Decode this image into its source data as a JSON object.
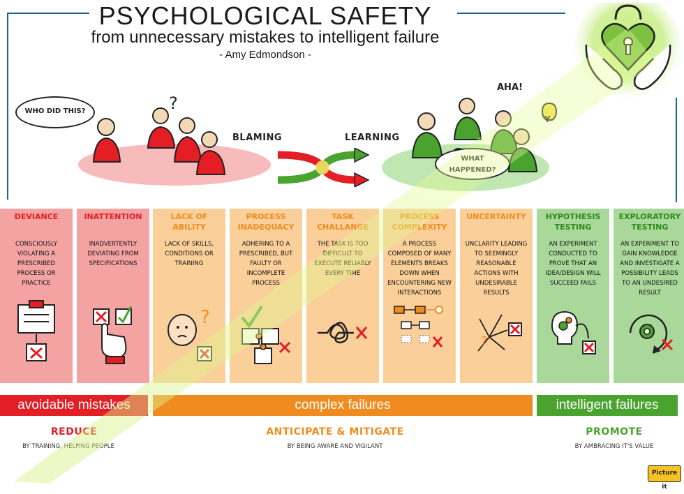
{
  "header": {
    "title": "PSYCHOLOGICAL SAFETY",
    "subtitle": "from unnecessary mistakes to intelligent failure",
    "author": "- Amy Edmondson -"
  },
  "scene": {
    "blame_bubble": "WHO DID THIS?",
    "question_mark": "?",
    "blaming_label": "BLAMING",
    "learning_label": "LEARNING",
    "learn_bubble_1": "WHAT",
    "learn_bubble_2": "HAPPENED?",
    "aha": "AHA!",
    "bulb_mark": "Y"
  },
  "columns": [
    {
      "title": "DEVIANCE",
      "desc": "CONSCIOUSLY VIOLATING A PRESCRIBED PROCESS OR PRACTICE",
      "icon": "clipboard-cross-icon"
    },
    {
      "title": "INATTENTION",
      "desc": "INADVERTENTLY DEVIATING FROM SPECIFICATIONS",
      "icon": "pointing-hand-checkbox-icon"
    },
    {
      "title": "LACK OF ABILITY",
      "desc": "LACK OF SKILLS, CONDITIONS OR TRAINING",
      "icon": "confused-face-icon"
    },
    {
      "title": "PROCESS INADEQUACY",
      "desc": "ADHERING TO A PRESCRIBED, BUT FAULTY OR INCOMPLETE PROCESS",
      "icon": "puzzle-pieces-icon"
    },
    {
      "title": "TASK CHALLANGE",
      "desc": "THE TASK IS TOO DIFFICULT TO EXECUTE RELIABLY EVERY TIME",
      "icon": "tangled-line-icon"
    },
    {
      "title": "PROCESS COMPLEXITY",
      "desc": "A PROCESS COMPOSED OF MANY ELEMENTS BREAKS DOWN WHEN ENCOUNTERING NEW INTERACTIONS",
      "icon": "flowchart-icon"
    },
    {
      "title": "UNCERTAINTY",
      "desc": "UNCLARITY LEADING TO SEEMINGLY REASONABLE ACTIONS WITH UNDESIRABLE RESULTS",
      "icon": "scattered-arrows-icon"
    },
    {
      "title": "HYPOTHESIS TESTING",
      "desc": "AN EXPERIMENT CONDUCTED TO PROVE THAT AN IDEA/DESIGN WILL SUCCEED FAILS",
      "icon": "lightbulb-gears-icon"
    },
    {
      "title": "EXPLORATORY TESTING",
      "desc": "AN EXPERIMENT TO GAIN KNOWLEDGE AND INVESTIGATE A POSSIBILITY LEADS TO AN UNDESIRED RESULT",
      "icon": "cycle-gear-icon"
    }
  ],
  "categories": {
    "avoidable": "avoidable mistakes",
    "complex": "complex failures",
    "intelligent": "intelligent failures"
  },
  "actions": {
    "reduce": "REDUCE",
    "reduce_sub": "BY TRAINING, HELPING PEOPLE",
    "anticipate": "ANTICIPATE & MITIGATE",
    "anticipate_sub": "BY BEING AWARE AND VIGILANT",
    "promote": "PROMOTE",
    "promote_sub": "BY AMBRACING IT'S VALUE"
  },
  "watermark": "Picture it",
  "logo": "Picture it",
  "colors": {
    "red": "#e31e24",
    "red_light": "#f4a3a3",
    "orange": "#f08c1f",
    "orange_light": "#fbcf9a",
    "green": "#4aa32e",
    "green_light": "#a9d89a",
    "frame": "#1f5f8b"
  }
}
